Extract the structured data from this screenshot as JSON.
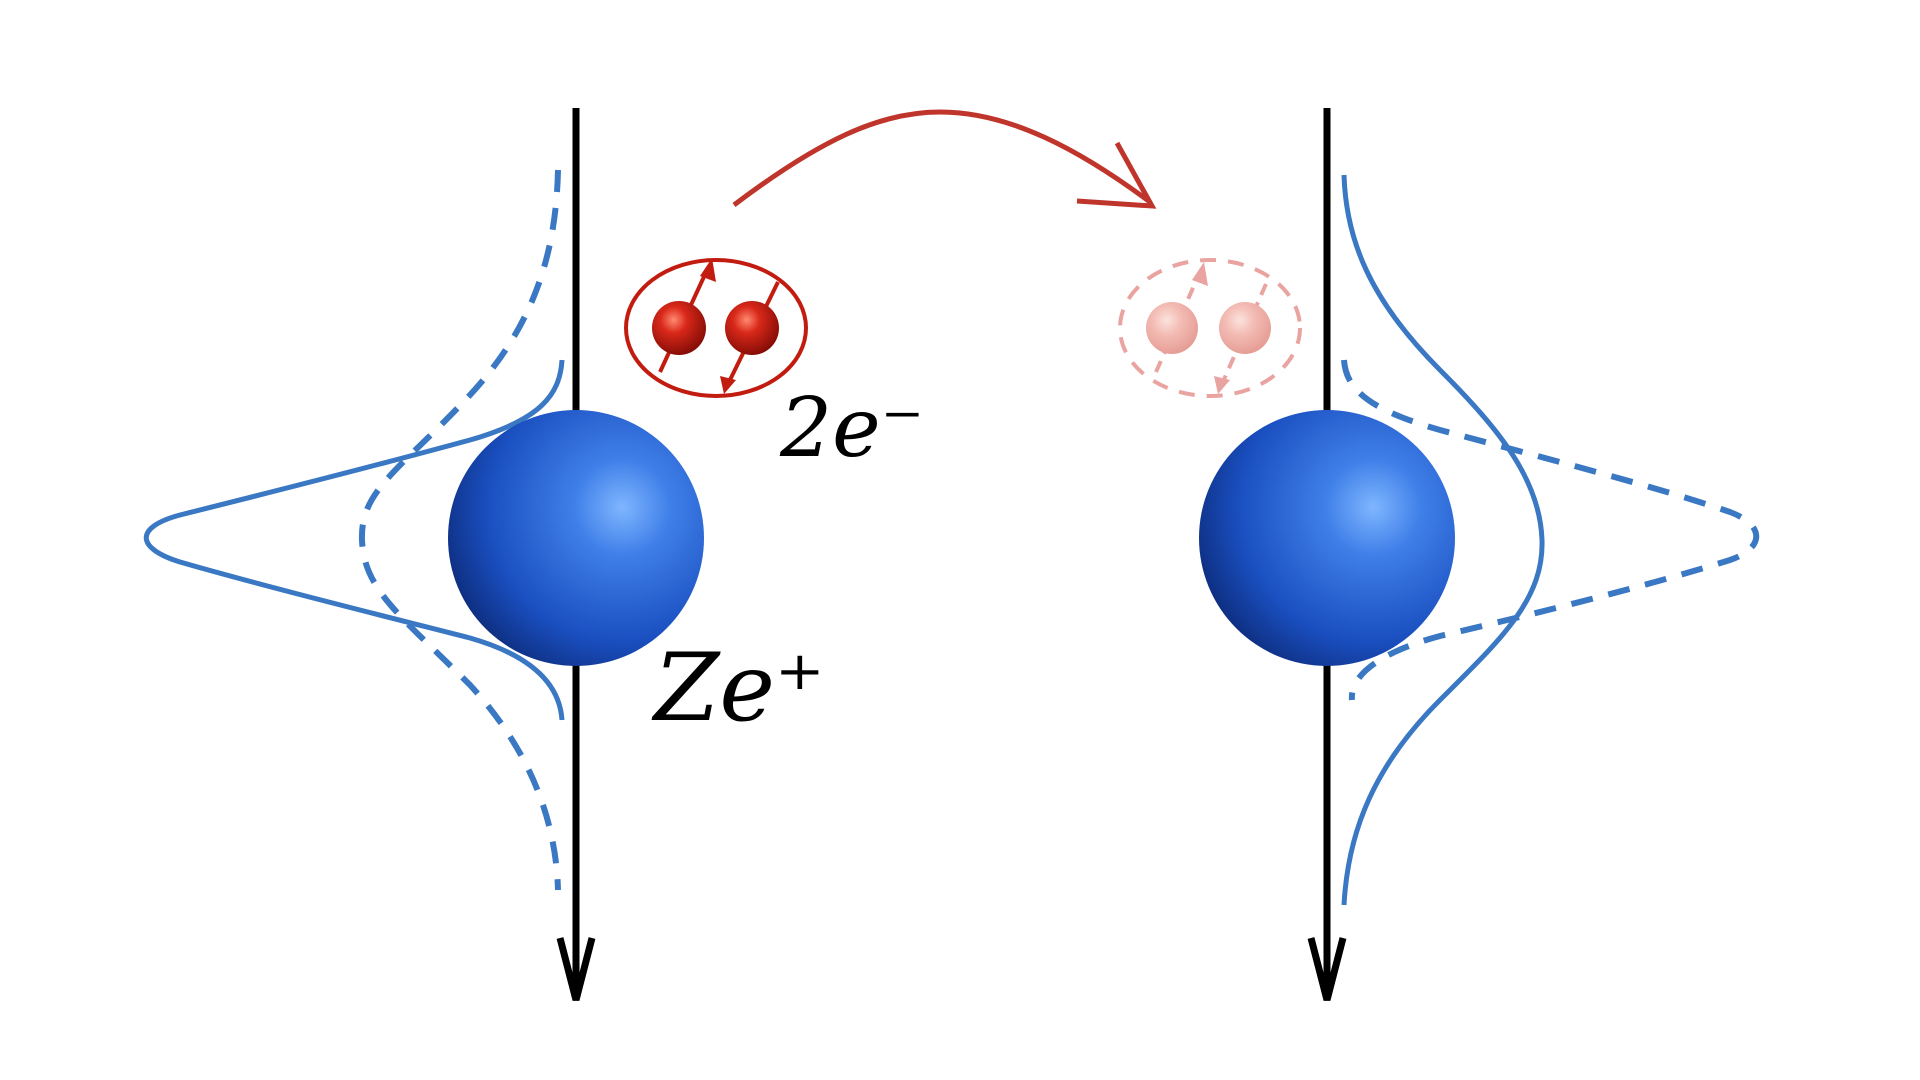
{
  "labels": {
    "electron_pair": "2e⁻",
    "nuclear_charge": "Ze⁺"
  },
  "colors": {
    "background": "#ffffff",
    "axis": "#000000",
    "wavefunction": "#3a78c4",
    "transfer_arrow": "#c0352b",
    "electron_pair": "#c21c10",
    "electron_pair_faded": "#e9a3a0",
    "nucleus": "#1f56c8"
  },
  "icons": {
    "nucleus": "blue-sphere",
    "electron_pair": "two-electrons-opposite-spins",
    "transfer": "curved-arrow"
  }
}
